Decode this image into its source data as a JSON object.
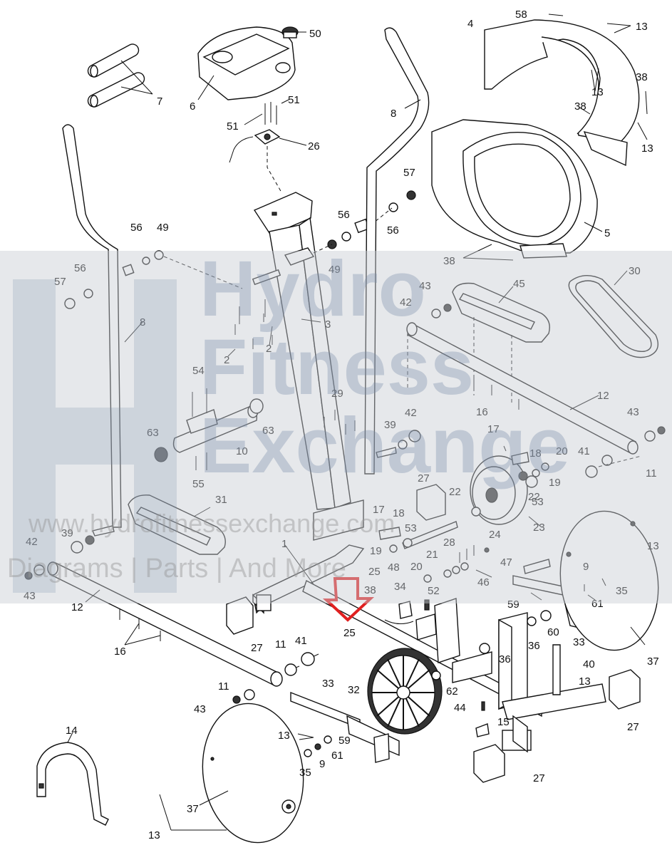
{
  "labels": [
    {
      "id": "l50",
      "text": "50"
    },
    {
      "id": "l7",
      "text": "7"
    },
    {
      "id": "l6",
      "text": "6"
    },
    {
      "id": "l51a",
      "text": "51"
    },
    {
      "id": "l51b",
      "text": "51"
    },
    {
      "id": "l26",
      "text": "26"
    },
    {
      "id": "l8a",
      "text": "8"
    },
    {
      "id": "l8b",
      "text": "8"
    },
    {
      "id": "l58",
      "text": "58"
    },
    {
      "id": "l4",
      "text": "4"
    },
    {
      "id": "l13a",
      "text": "13"
    },
    {
      "id": "l13b",
      "text": "13"
    },
    {
      "id": "l38a",
      "text": "38"
    },
    {
      "id": "l38b",
      "text": "38"
    },
    {
      "id": "l13c",
      "text": "13"
    },
    {
      "id": "l57a",
      "text": "57"
    },
    {
      "id": "l56a",
      "text": "56"
    },
    {
      "id": "l56b",
      "text": "56"
    },
    {
      "id": "l5",
      "text": "5"
    },
    {
      "id": "l38c",
      "text": "38"
    },
    {
      "id": "l30",
      "text": "30"
    },
    {
      "id": "l49a",
      "text": "49"
    },
    {
      "id": "l56c",
      "text": "56"
    },
    {
      "id": "l49b",
      "text": "49"
    },
    {
      "id": "l56d",
      "text": "56"
    },
    {
      "id": "l57b",
      "text": "57"
    },
    {
      "id": "l2a",
      "text": "2"
    },
    {
      "id": "l2b",
      "text": "2"
    },
    {
      "id": "l3",
      "text": "3"
    },
    {
      "id": "l43a",
      "text": "43"
    },
    {
      "id": "l42a",
      "text": "42"
    },
    {
      "id": "l45",
      "text": "45"
    },
    {
      "id": "l54",
      "text": "54"
    },
    {
      "id": "l63a",
      "text": "63"
    },
    {
      "id": "l63b",
      "text": "63"
    },
    {
      "id": "l10",
      "text": "10"
    },
    {
      "id": "l55",
      "text": "55"
    },
    {
      "id": "l29",
      "text": "29"
    },
    {
      "id": "l39a",
      "text": "39"
    },
    {
      "id": "l42b",
      "text": "42"
    },
    {
      "id": "l16a",
      "text": "16"
    },
    {
      "id": "l12a",
      "text": "12"
    },
    {
      "id": "l43b",
      "text": "43"
    },
    {
      "id": "l17a",
      "text": "17"
    },
    {
      "id": "l18a",
      "text": "18"
    },
    {
      "id": "l20a",
      "text": "20"
    },
    {
      "id": "l41a",
      "text": "41"
    },
    {
      "id": "l19a",
      "text": "19"
    },
    {
      "id": "l11a",
      "text": "11"
    },
    {
      "id": "l53a",
      "text": "53"
    },
    {
      "id": "l22a",
      "text": "22"
    },
    {
      "id": "l22b",
      "text": "22"
    },
    {
      "id": "l27a",
      "text": "27"
    },
    {
      "id": "l31",
      "text": "31"
    },
    {
      "id": "l17b",
      "text": "17"
    },
    {
      "id": "l18b",
      "text": "18"
    },
    {
      "id": "l53b",
      "text": "53"
    },
    {
      "id": "l24",
      "text": "24"
    },
    {
      "id": "l23",
      "text": "23"
    },
    {
      "id": "l13d",
      "text": "13"
    },
    {
      "id": "l42c",
      "text": "42"
    },
    {
      "id": "l39b",
      "text": "39"
    },
    {
      "id": "l1",
      "text": "1"
    },
    {
      "id": "l19b",
      "text": "19"
    },
    {
      "id": "l20b",
      "text": "20"
    },
    {
      "id": "l21",
      "text": "21"
    },
    {
      "id": "l28",
      "text": "28"
    },
    {
      "id": "l47",
      "text": "47"
    },
    {
      "id": "l43c",
      "text": "43"
    },
    {
      "id": "l12b",
      "text": "12"
    },
    {
      "id": "l48",
      "text": "48"
    },
    {
      "id": "l25a",
      "text": "25"
    },
    {
      "id": "l38d",
      "text": "38"
    },
    {
      "id": "l46",
      "text": "46"
    },
    {
      "id": "l9a",
      "text": "9"
    },
    {
      "id": "l35a",
      "text": "35"
    },
    {
      "id": "l34",
      "text": "34"
    },
    {
      "id": "l52",
      "text": "52"
    },
    {
      "id": "l59a",
      "text": "59"
    },
    {
      "id": "l61a",
      "text": "61"
    },
    {
      "id": "l27b",
      "text": "27"
    },
    {
      "id": "l25b",
      "text": "25"
    },
    {
      "id": "l60",
      "text": "60"
    },
    {
      "id": "l33a",
      "text": "33"
    },
    {
      "id": "l16b",
      "text": "16"
    },
    {
      "id": "l36a",
      "text": "36"
    },
    {
      "id": "l36b",
      "text": "36"
    },
    {
      "id": "l37a",
      "text": "37"
    },
    {
      "id": "l11b",
      "text": "11"
    },
    {
      "id": "l41b",
      "text": "41"
    },
    {
      "id": "l40",
      "text": "40"
    },
    {
      "id": "l13e",
      "text": "13"
    },
    {
      "id": "l32",
      "text": "32"
    },
    {
      "id": "l62",
      "text": "62"
    },
    {
      "id": "l33b",
      "text": "33"
    },
    {
      "id": "l11c",
      "text": "11"
    },
    {
      "id": "l43d",
      "text": "43"
    },
    {
      "id": "l27c",
      "text": "27"
    },
    {
      "id": "l44",
      "text": "44"
    },
    {
      "id": "l14",
      "text": "14"
    },
    {
      "id": "l15",
      "text": "15"
    },
    {
      "id": "l13f",
      "text": "13"
    },
    {
      "id": "l59b",
      "text": "59"
    },
    {
      "id": "l61b",
      "text": "61"
    },
    {
      "id": "l35b",
      "text": "35"
    },
    {
      "id": "l9b",
      "text": "9"
    },
    {
      "id": "l27d",
      "text": "27"
    },
    {
      "id": "l37b",
      "text": "37"
    },
    {
      "id": "l13g",
      "text": "13"
    }
  ],
  "watermark": {
    "line1": "Hydro",
    "line2": "Fitness",
    "line3": "Exchange",
    "url": "www.hydrofitnessexchange.com",
    "tagline": "Diagrams | Parts | And More"
  },
  "colors": {
    "highlight_arrow": "#e02020",
    "ink": "#111111",
    "watermark_band": "#c8ccd2"
  }
}
